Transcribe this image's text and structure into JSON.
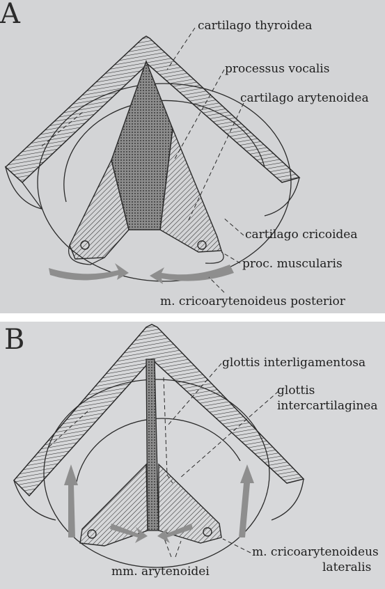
{
  "panels": [
    {
      "id": "A",
      "letter": "A",
      "labels": {
        "thyroid": "cartilago thyroidea",
        "vocal_process": "processus vocalis",
        "arytenoid": "cartilago arytenoidea",
        "cricoid": "cartilago cricoidea",
        "muscular_process": "proc. muscularis",
        "pca": "m. cricoarytenoideus posterior"
      }
    },
    {
      "id": "B",
      "letter": "B",
      "labels": {
        "interligamentous": "glottis interligamentosa",
        "intercartilaginous_1": "glottis",
        "intercartilaginous_2": "intercartilaginea",
        "lca_1": "m. cricoarytenoideus",
        "lca_2": "lateralis",
        "arytenoid_muscles": "mm. arytenoidei"
      }
    }
  ],
  "colors": {
    "background": "#d3d4d6",
    "ink": "#262626",
    "glottis_fill": "#6b6b6b",
    "muscle_arrow": "#8e8e8e"
  }
}
